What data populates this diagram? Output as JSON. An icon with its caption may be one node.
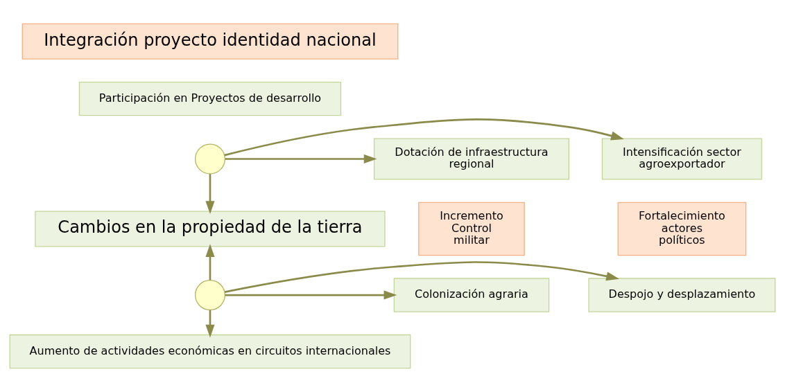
{
  "diagram": {
    "nodes": [
      {
        "text": [
          "Integración proyecto identidad nacional"
        ]
      },
      {
        "text": [
          "Participación en Proyectos de desarrollo"
        ]
      },
      {
        "text": [
          "Dotación de infraestructura regional"
        ]
      },
      {
        "text": [],
        "shape": "arrow"
      },
      {
        "text": [
          "Intensificación sector agroexportador"
        ]
      },
      {
        "text": [
          "Incremento Control militar"
        ]
      },
      {
        "text": [
          "Cambios en la propiedad de la tierra"
        ]
      },
      {
        "text": [
          "Fortalecimiento actores políticos"
        ]
      },
      {
        "text": [
          "Colonización agraria"
        ]
      },
      {
        "text": [],
        "shape": "arrow"
      },
      {
        "text": [
          "Despojo y desplazamiento"
        ]
      },
      {
        "text": [
          "Aumento de actividades económicas en circuitos internacionales"
        ]
      }
    ],
    "edges": [
      {
        "from": 3,
        "to": 2,
        "arrow": "to"
      },
      {
        "from": 3,
        "to": 4,
        "arrow": "to"
      },
      {
        "from": 3,
        "to": 6,
        "arrow": "to"
      },
      {
        "from": 9,
        "to": 6,
        "arrow": "to"
      },
      {
        "from": 9,
        "to": 8,
        "arrow": "to"
      },
      {
        "from": 9,
        "to": 10,
        "arrow": "to"
      },
      {
        "from": 9,
        "to": 11,
        "arrow": "to"
      }
    ]
  }
}
